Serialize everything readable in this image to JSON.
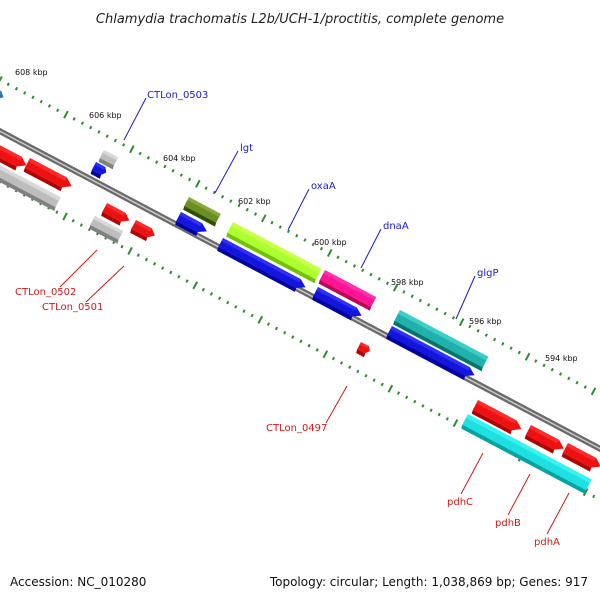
{
  "title": "Chlamydia trachomatis L2b/UCH-1/proctitis, complete genome",
  "accession": "Accession: NC_010280",
  "topology": "Topology: circular; Length: 1,038,869 bp; Genes: 917",
  "colors": {
    "backbone": "#7a7a7a",
    "scale_tick": "#2e8b2e",
    "label_forward": "#1a1acc",
    "label_reverse": "#cc1a1a",
    "leader_forward": "#1a1acc",
    "leader_reverse": "#cc1a1a"
  },
  "scale": [
    "608 kbp",
    "606 kbp",
    "604 kbp",
    "602 kbp",
    "600 kbp",
    "598 kbp",
    "596 kbp",
    "594 kbp"
  ],
  "gene_labels": [
    {
      "name": "CTLon_0503",
      "strand": "forward"
    },
    {
      "name": "lgt",
      "strand": "forward"
    },
    {
      "name": "oxaA",
      "strand": "forward"
    },
    {
      "name": "dnaA",
      "strand": "forward"
    },
    {
      "name": "glgP",
      "strand": "forward"
    },
    {
      "name": "CTLon_0502",
      "strand": "reverse"
    },
    {
      "name": "CTLon_0501",
      "strand": "reverse"
    },
    {
      "name": "CTLon_0497",
      "strand": "reverse"
    },
    {
      "name": "pdhC",
      "strand": "reverse"
    },
    {
      "name": "pdhB",
      "strand": "reverse"
    },
    {
      "name": "pdhA",
      "strand": "reverse"
    }
  ],
  "features": [
    {
      "id": "top-left-cds",
      "kind": "cds",
      "color": "#2a78b8"
    },
    {
      "id": "ctlon0503-gene",
      "kind": "gene",
      "color": "#bdbdbd"
    },
    {
      "id": "ctlon0503-cds",
      "kind": "cds",
      "color": "#1515e0"
    },
    {
      "id": "lgt-gene",
      "kind": "gene",
      "color": "#6b8e23"
    },
    {
      "id": "lgt-cds",
      "kind": "cds",
      "color": "#1515e0"
    },
    {
      "id": "oxaA-gene",
      "kind": "gene",
      "color": "#adff2f"
    },
    {
      "id": "oxaA-cds",
      "kind": "cds",
      "color": "#1515e0"
    },
    {
      "id": "dnaA-gene",
      "kind": "gene",
      "color": "#ff1493"
    },
    {
      "id": "dnaA-cds",
      "kind": "cds",
      "color": "#1515e0"
    },
    {
      "id": "glgP-gene",
      "kind": "gene",
      "color": "#20b2aa"
    },
    {
      "id": "glgP-cds",
      "kind": "cds",
      "color": "#1515e0"
    },
    {
      "id": "left-red-1",
      "kind": "cds",
      "color": "#ee1111"
    },
    {
      "id": "left-red-2",
      "kind": "cds",
      "color": "#ee1111"
    },
    {
      "id": "left-grey-1",
      "kind": "gene",
      "color": "#bdbdbd"
    },
    {
      "id": "ctlon0502-cds",
      "kind": "cds",
      "color": "#ee1111"
    },
    {
      "id": "ctlon0501-cds",
      "kind": "cds",
      "color": "#ee1111"
    },
    {
      "id": "ctlon0502-gene",
      "kind": "gene",
      "color": "#bdbdbd"
    },
    {
      "id": "ctlon0497-cds",
      "kind": "cds",
      "color": "#ee1111"
    },
    {
      "id": "pdhC-cds",
      "kind": "cds",
      "color": "#ee1111"
    },
    {
      "id": "pdhB-cds",
      "kind": "cds",
      "color": "#ee1111"
    },
    {
      "id": "pdhA-cds",
      "kind": "cds",
      "color": "#ee1111"
    },
    {
      "id": "pdh-gene",
      "kind": "gene",
      "color": "#1ee0e0"
    }
  ]
}
